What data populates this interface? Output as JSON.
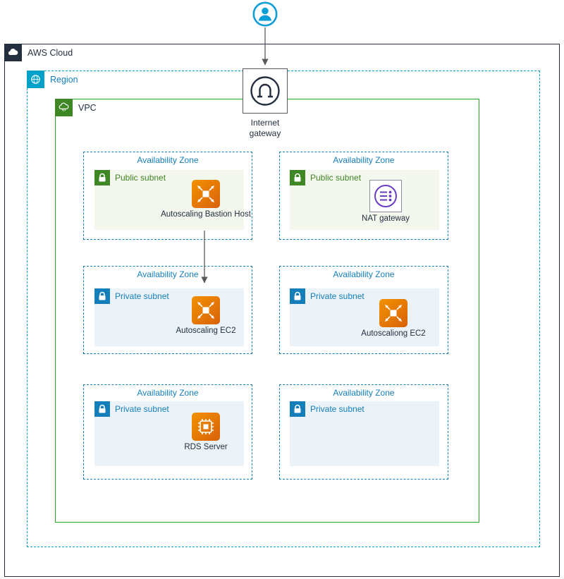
{
  "colors": {
    "aws_dark": "#232f3e",
    "region_border": "#00a1c9",
    "region_label_blue": "#147eba",
    "az_blue": "#147eba",
    "vpc_green": "#28a228",
    "subnet_green": "#3f8624",
    "public_subnet_fill": "#f3f7ee",
    "private_blue": "#147eba",
    "private_subnet_fill": "#ebf3f9",
    "resource_orange": "#ed7100",
    "nat_purple": "#693cc5",
    "user_blue": "#0e9fd8",
    "arrow_gray": "#595959"
  },
  "icons": {
    "user": "user-icon",
    "internet_gateway": "internet-gateway-icon",
    "aws_cloud": "aws-cloud-icon",
    "region": "region-icon",
    "vpc": "vpc-icon",
    "public_lock": "lock-icon",
    "private_lock": "lock-icon",
    "autoscaling": "autoscaling-icon",
    "nat_gateway": "nat-gateway-icon",
    "rds": "rds-icon"
  },
  "labels": {
    "aws_cloud": "AWS Cloud",
    "region": "Region",
    "vpc": "VPC",
    "internet_gateway": "Internet gateway"
  },
  "zones": [
    {
      "title": "Availability Zone",
      "subnet_label": "Public subnet",
      "resource_label": "Autoscaling Bastion Host"
    },
    {
      "title": "Availability Zone",
      "subnet_label": "Public subnet",
      "resource_label": "NAT gateway"
    },
    {
      "title": "Availability Zone",
      "subnet_label": "Private subnet",
      "resource_label": "Autoscaling EC2"
    },
    {
      "title": "Availability Zone",
      "subnet_label": "Private subnet",
      "resource_label": "Autoscaliong EC2"
    },
    {
      "title": "Availability Zone",
      "subnet_label": "Private subnet",
      "resource_label": "RDS Server"
    },
    {
      "title": "Availability Zone",
      "subnet_label": "Private subnet"
    }
  ],
  "connections": [
    {
      "from": "user",
      "to": "internet-gateway"
    },
    {
      "from": "autoscaling-bastion-host",
      "to": "autoscaling-ec2"
    }
  ]
}
